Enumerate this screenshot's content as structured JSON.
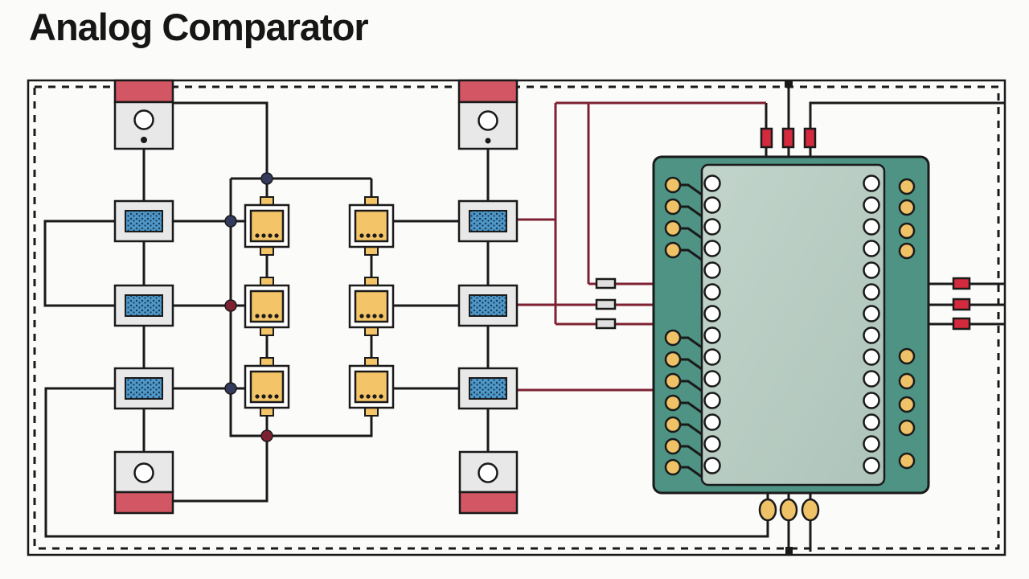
{
  "title": "Analog Comparator",
  "palette": {
    "background": "#fbfbfa",
    "ink": "#161616",
    "wire_dark": "#1a1a1a",
    "wire_red": "#7e2231",
    "terminal_cap": "#d25663",
    "connector_red": "#d42a3d",
    "board_teal": "#4e9383",
    "board_inner": "#c2d4cb",
    "board_inner2": "#aec4ba",
    "pad_yellow": "#efc268",
    "component_orange": "#f3c468",
    "resistor_blue": "#4e97c8",
    "junction_navy": "#333a5c",
    "junction_maroon": "#7e2231",
    "component_gray": "#e8e8e8",
    "pad_gray": "#e0e0e0"
  },
  "board": {
    "pin_rows": 14,
    "left_pad_count": 11,
    "right_pad_count": 9,
    "top_connector_count": 3,
    "bottom_pad_count": 3,
    "output_pad_count": 3,
    "input_pad_count": 3
  },
  "components": {
    "terminal_count": 4,
    "resistor_count": 6,
    "relay_count": 6,
    "junction_count": 5
  }
}
